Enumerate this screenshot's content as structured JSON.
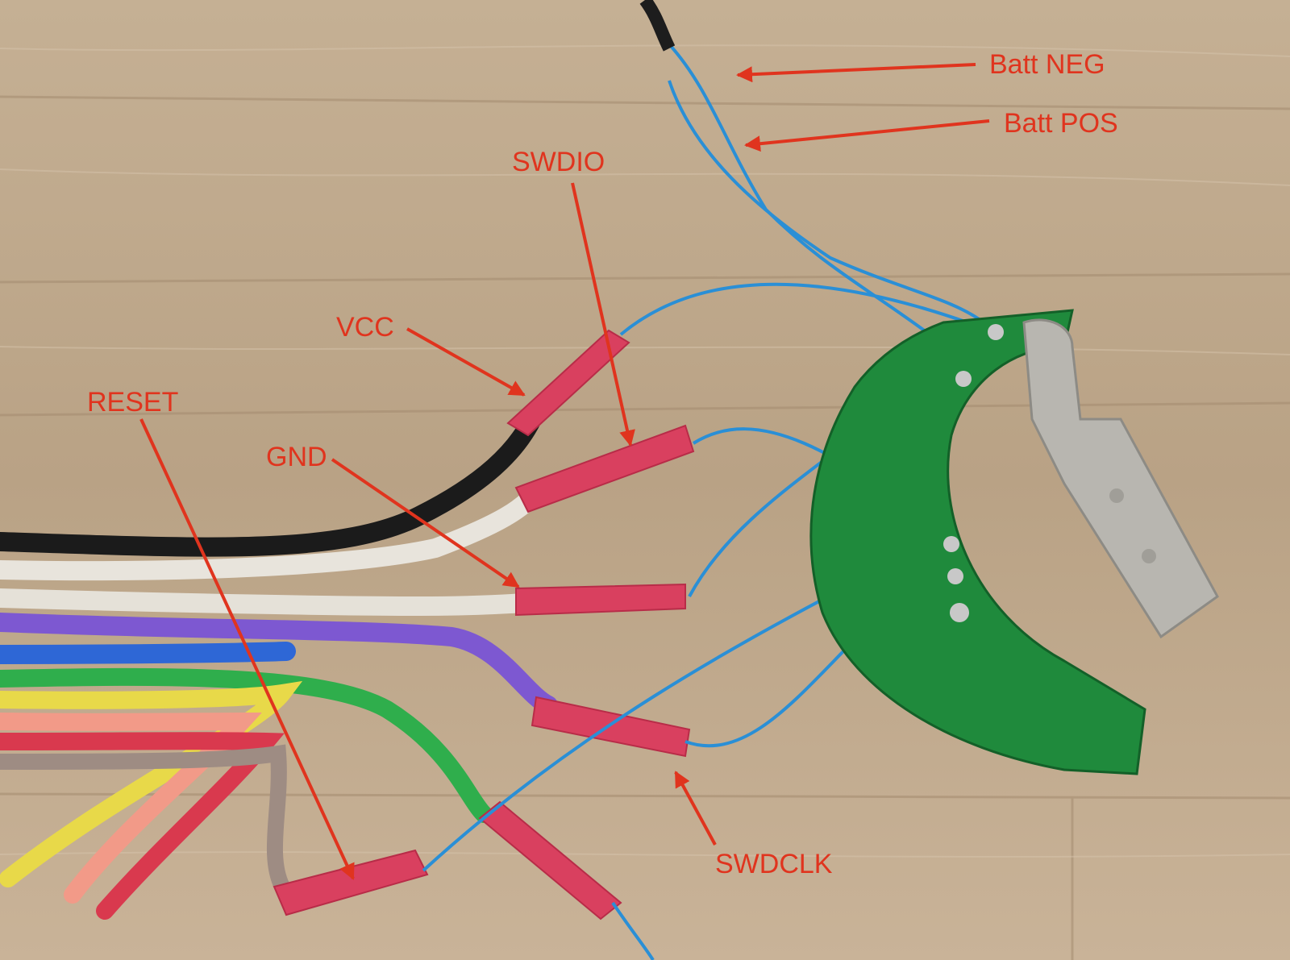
{
  "labels": {
    "batt_neg": "Batt NEG",
    "batt_pos": "Batt POS",
    "swdio": "SWDIO",
    "vcc": "VCC",
    "reset": "RESET",
    "gnd": "GND",
    "swdclk": "SWDCLK"
  },
  "colors": {
    "annotation": "#e0341e",
    "pcb": "#1f8a3c",
    "heatshrink": "#d9405f",
    "jumper_wire": "#2a8fd6",
    "wood": "#c2ab8e"
  }
}
